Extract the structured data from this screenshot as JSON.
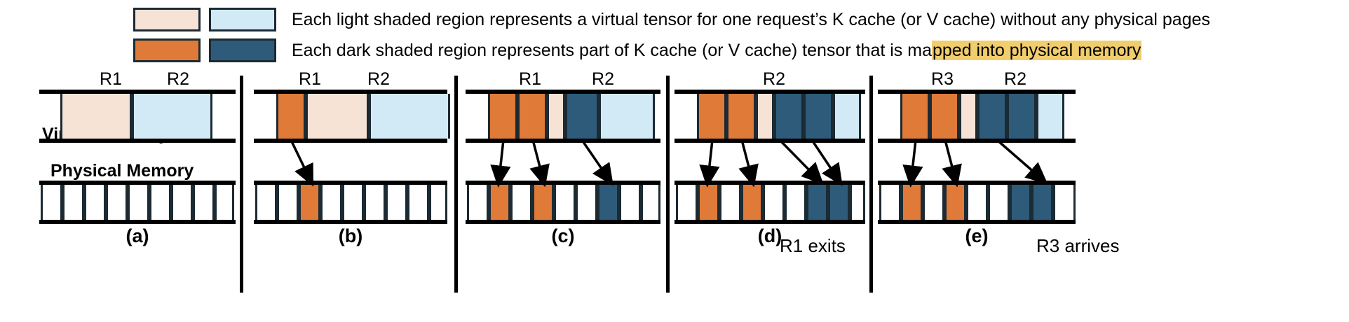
{
  "legend": {
    "rows": [
      {
        "swatches": [
          "light-k-cache-swatch",
          "light-v-cache-swatch"
        ],
        "text": "Each light shaded region represents a virtual tensor for one request’s K cache (or V cache) without any physical pages",
        "highlight": ""
      },
      {
        "swatches": [
          "dark-k-cache-swatch",
          "dark-v-cache-swatch"
        ],
        "text_before": "Each dark shaded region represents part of K cache (or V cache) tensor that is ma",
        "highlight": "pped into physical memory",
        "text_after": ""
      }
    ]
  },
  "axis_labels": {
    "virtual_memory": "Virtual Memory",
    "physical_memory": "Physical Memory"
  },
  "notes": {
    "r1_exits": "R1 exits",
    "r3_arrives": "R3 arrives"
  },
  "colors": {
    "k_light": "#f7e3d6",
    "k_dark": "#df7a38",
    "v_light": "#d2eaf6",
    "v_dark": "#2d5b79",
    "outline": "#1b2a33",
    "rail": "#000000",
    "highlight": "#f0cd6d"
  },
  "panels": [
    {
      "id": "a",
      "caption": "(a)",
      "requests": [
        {
          "label": "R1",
          "kind": "k"
        },
        {
          "label": "R2",
          "kind": "v"
        }
      ],
      "virtual_blocks": [
        {
          "kind": "k-light",
          "cells": 3
        },
        {
          "kind": "v-light",
          "cells": 4
        }
      ],
      "physical_cells": 9,
      "mapped_cells": [],
      "arrows": 0
    },
    {
      "id": "b",
      "caption": "(b)",
      "requests": [
        {
          "label": "R1",
          "kind": "k"
        },
        {
          "label": "R2",
          "kind": "v"
        }
      ],
      "virtual_blocks": [
        {
          "kind": "k-dark",
          "cells": 1
        },
        {
          "kind": "k-light",
          "cells": 2
        },
        {
          "kind": "v-light",
          "cells": 4
        }
      ],
      "physical_cells": 9,
      "mapped_cells": [
        2
      ],
      "arrows": 1
    },
    {
      "id": "c",
      "caption": "(c)",
      "requests": [
        {
          "label": "R1",
          "kind": "k"
        },
        {
          "label": "R2",
          "kind": "v"
        }
      ],
      "virtual_blocks": [
        {
          "kind": "k-dark",
          "cells": 2
        },
        {
          "kind": "k-light",
          "cells": 1
        },
        {
          "kind": "v-dark",
          "cells": 1
        },
        {
          "kind": "v-light",
          "cells": 3
        }
      ],
      "physical_cells": 9,
      "mapped_cells": [
        1,
        3,
        6
      ],
      "arrows": 3
    },
    {
      "id": "d",
      "caption": "(d)",
      "requests": [
        {
          "label": "R2",
          "kind": "v"
        }
      ],
      "virtual_blocks": [
        {
          "kind": "k-dark",
          "cells": 2
        },
        {
          "kind": "k-light",
          "cells": 1
        },
        {
          "kind": "v-dark",
          "cells": 2
        },
        {
          "kind": "v-light",
          "cells": 2
        }
      ],
      "physical_cells": 9,
      "mapped_cells": [
        1,
        3,
        6,
        7
      ],
      "arrows": 4
    },
    {
      "id": "e",
      "caption": "(e)",
      "requests": [
        {
          "label": "R3",
          "kind": "k"
        },
        {
          "label": "R2",
          "kind": "v"
        }
      ],
      "virtual_blocks": [
        {
          "kind": "k-dark",
          "cells": 2
        },
        {
          "kind": "k-light",
          "cells": 1
        },
        {
          "kind": "v-dark",
          "cells": 2
        },
        {
          "kind": "v-light",
          "cells": 2
        }
      ],
      "physical_cells": 9,
      "mapped_cells": [
        1,
        3,
        6,
        7
      ],
      "arrows": 3
    }
  ]
}
